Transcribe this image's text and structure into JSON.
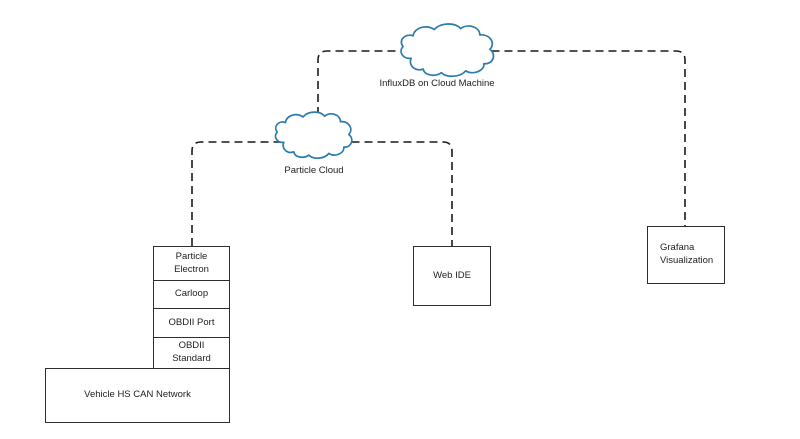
{
  "clouds": {
    "influxdb": {
      "label": "InfluxDB on Cloud Machine"
    },
    "particle": {
      "label": "Particle Cloud"
    }
  },
  "nodes": {
    "particle_electron": {
      "label": "Particle Electron"
    },
    "carloop": {
      "label": "Carloop"
    },
    "obdii_port": {
      "label": "OBDII Port"
    },
    "obdii_standard": {
      "label": "OBDII Standard"
    },
    "vehicle_network": {
      "label": "Vehicle HS CAN Network"
    },
    "web_ide": {
      "label": "Web IDE"
    },
    "grafana": {
      "label": "Grafana Visualization"
    }
  },
  "colors": {
    "cloud_stroke": "#2b7bab",
    "connector": "#1a1a1a",
    "box_border": "#2d2d2d",
    "background": "#ffffff",
    "text": "#1e1e1e"
  }
}
